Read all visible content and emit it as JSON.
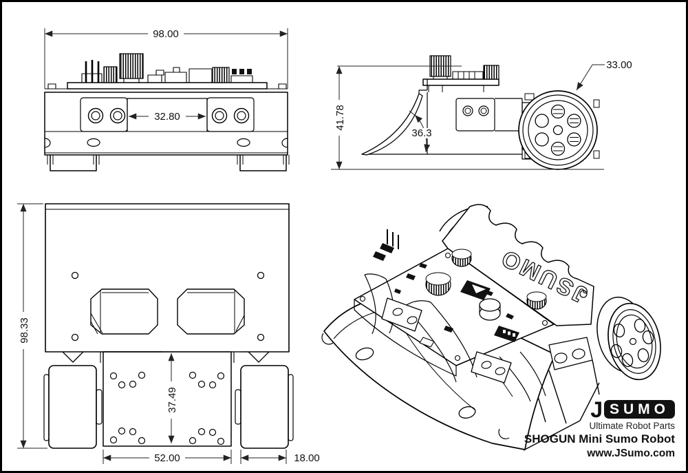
{
  "sheet": {
    "background": "#ffffff",
    "line_color": "#000000",
    "dim_color": "#222222",
    "views": {
      "front": {
        "width_dim": "98.00",
        "mount_dim": "32.80"
      },
      "side": {
        "height_dim": "41.78",
        "blade_angle_dim": "36.3",
        "wheel_dia_dim": "33.00"
      },
      "top": {
        "length_dim": "98.33",
        "motor_plate_dim": "37.49",
        "inner_width_dim": "52.00",
        "wheel_width_dim": "18.00"
      },
      "isometric": {
        "engraving": "JSUMO"
      }
    }
  },
  "branding": {
    "logo_prefix": "J",
    "logo_boxed": "SUMO",
    "tagline": "Ultimate Robot Parts",
    "product": "SHOGUN Mini Sumo Robot",
    "website": "www.JSumo.com",
    "accent_color": "#111111"
  }
}
